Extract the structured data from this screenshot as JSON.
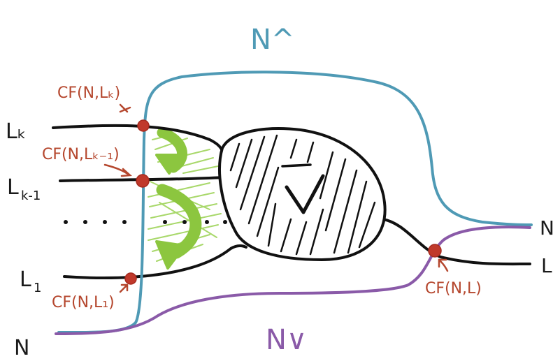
{
  "labels": {
    "n_top": "N^",
    "n_bottom": "N∨",
    "n_left": "N",
    "n_right": "N",
    "lk": "Lₖ",
    "lk_sub": "k",
    "lk1": "L",
    "lk1_sub": "k-1",
    "l1": "L",
    "l1_sub": "1",
    "l_right": "L",
    "v_symbol": "V"
  },
  "annotations": {
    "cf_lk": "CF(N,Lₖ)",
    "cf_lk1": "CF(N,Lₖ₋₁)",
    "cf_l1": "CF(N,L₁)",
    "cf_l": "CF(N,L)"
  },
  "colors": {
    "blue_curve": "#4f9ab5",
    "purple_curve": "#8a5aa8",
    "black_curve": "#111111",
    "intersection_dot": "#c0392b",
    "green_arrow": "#8cc63f",
    "red_text": "#b5472e"
  }
}
